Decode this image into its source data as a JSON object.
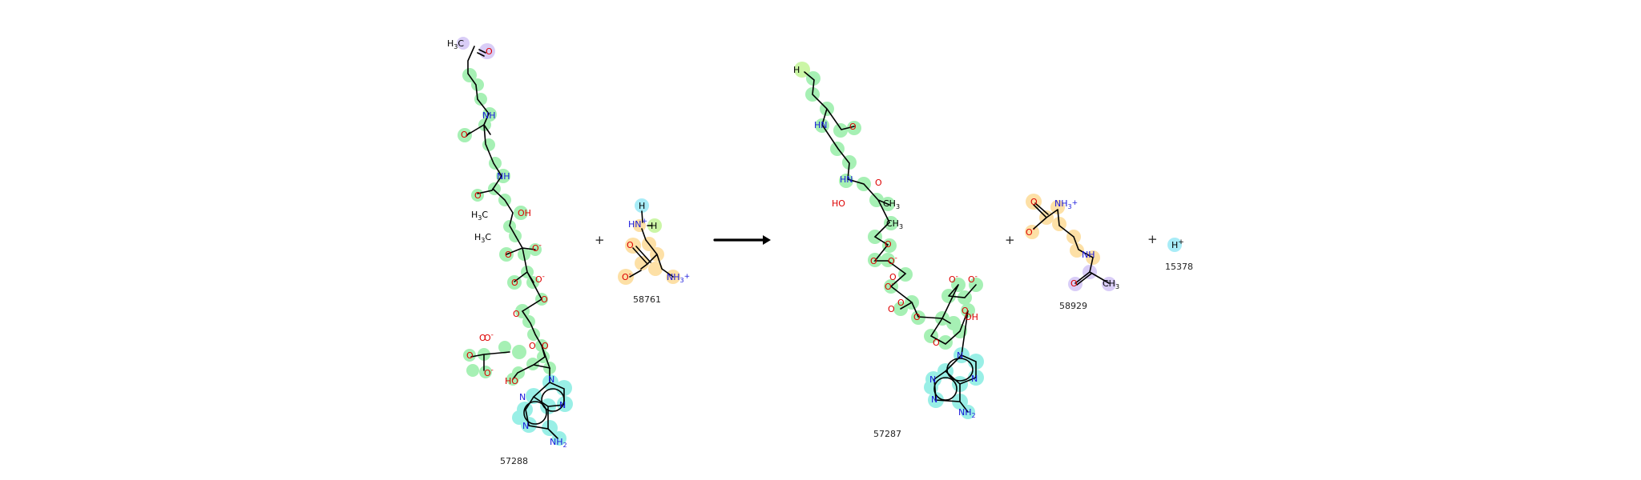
{
  "colors": {
    "bond": "#000000",
    "carbon": "#000000",
    "oxygen": "#dd0000",
    "nitrogen": "#1a1adc",
    "hl_green": "#a6f0b4",
    "hl_teal": "#99efe6",
    "hl_orange": "#fde0a6",
    "hl_purple": "#d9cdf7",
    "hl_cyan": "#a8ecf7",
    "hl_lime": "#cbf6a6"
  },
  "operators": {
    "plus": "+",
    "arrow": "reaction-arrow"
  },
  "molecules": [
    {
      "id": "57288",
      "label": "57288",
      "atom_labels": [
        "H3C",
        "O",
        "NH",
        "O",
        "NH",
        "O",
        "OH",
        "H3C",
        "H3C",
        "O",
        "O-",
        "O",
        "O-",
        "O",
        "O",
        "O",
        "O-",
        "O",
        "O-",
        "O",
        "O",
        "HO",
        "N",
        "N",
        "N",
        "N",
        "NH2"
      ]
    },
    {
      "id": "58761",
      "label": "58761",
      "atom_labels": [
        "H",
        "HN+",
        "H",
        "O",
        "O-",
        "NH3+"
      ]
    },
    {
      "id": "57287",
      "label": "57287",
      "atom_labels": [
        "H",
        "HN",
        "O",
        "HN",
        "O",
        "HO",
        "CH3",
        "CH3",
        "O",
        "O",
        "O-",
        "O",
        "O-",
        "O",
        "O",
        "O",
        "O-",
        "O-",
        "O",
        "OH",
        "O",
        "N",
        "N",
        "N",
        "N",
        "NH2"
      ]
    },
    {
      "id": "58929",
      "label": "58929",
      "atom_labels": [
        "O",
        "O-",
        "NH3+",
        "NH",
        "O",
        "CH3"
      ]
    },
    {
      "id": "15378",
      "label": "15378",
      "atom_labels": [
        "H+"
      ]
    }
  ]
}
